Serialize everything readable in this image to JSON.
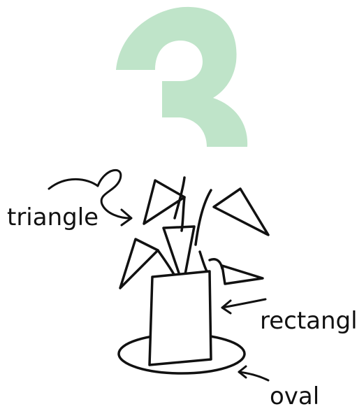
{
  "step_number": "3",
  "labels": {
    "triangle": "triangle",
    "rectangle": "rectangle",
    "oval": "oval"
  },
  "colors": {
    "number": "#bfe4c9",
    "ink": "#111111",
    "background": "#ffffff"
  }
}
